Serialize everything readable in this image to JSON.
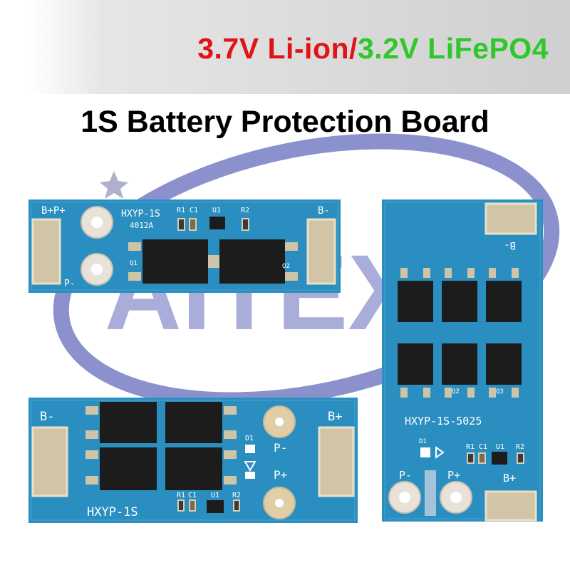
{
  "header": {
    "part1": "3.7V Li-ion/",
    "part2": "3.2V LiFePO4",
    "part1_color": "#e01414",
    "part2_color": "#2ec82b"
  },
  "title": "1S Battery Protection Board",
  "watermark": {
    "text": "AITEXM",
    "color": "#5b63b8"
  },
  "pcb_color": "#2a8fc0",
  "boards": {
    "top_left": {
      "bp_pp": "B+P+",
      "bm": "B-",
      "pm": "P-",
      "model": "HXYP-1S",
      "variant": "4012A",
      "r1": "R1",
      "c1": "C1",
      "u1": "U1",
      "r2": "R2",
      "q1": "Q1",
      "q2": "Q2"
    },
    "bottom_left": {
      "bm": "B-",
      "bp": "B+",
      "pm": "P-",
      "pp": "P+",
      "d1": "D1",
      "model": "HXYP-1S",
      "r1": "R1",
      "c1": "C1",
      "u1": "U1",
      "r2": "R2"
    },
    "right": {
      "bm": "B-",
      "model": "HXYP-1S-5025",
      "d1": "D1",
      "r1": "R1",
      "c1": "C1",
      "u1": "U1",
      "r2": "R2",
      "pm": "P-",
      "pp": "P+",
      "bp": "B+",
      "q2": "Q2",
      "q3": "Q3"
    }
  }
}
